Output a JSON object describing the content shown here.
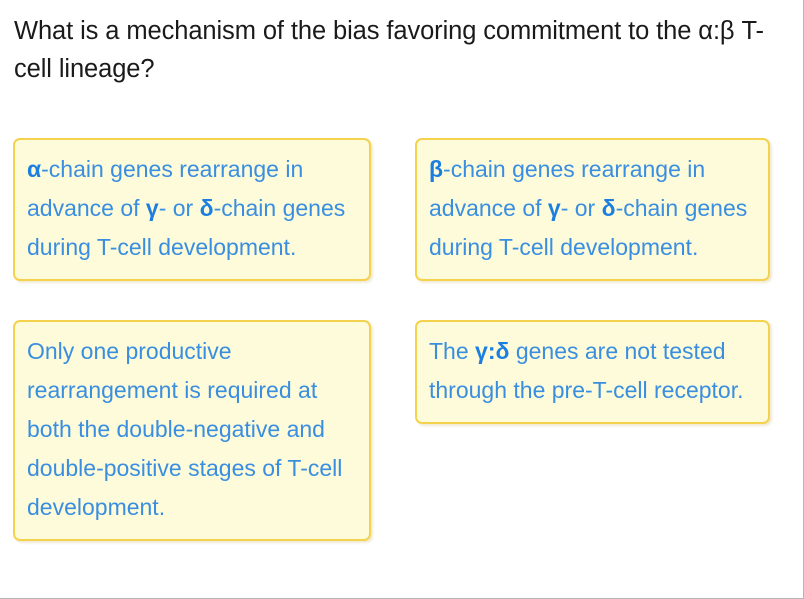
{
  "question": {
    "text": "What is a mechanism of the bias favoring commitment to the α:β T-cell lineage?"
  },
  "options": [
    {
      "id": "option-a",
      "position": "top-left",
      "text": "α-chain genes rearrange in advance of γ- or δ-chain genes during T-cell development.",
      "segments": [
        {
          "t": "α",
          "bold": true
        },
        {
          "t": "-chain genes rearrange in advance of ",
          "bold": false
        },
        {
          "t": "γ",
          "bold": true
        },
        {
          "t": "- or ",
          "bold": false
        },
        {
          "t": "δ",
          "bold": true
        },
        {
          "t": "-chain genes during T-cell development.",
          "bold": false
        }
      ]
    },
    {
      "id": "option-b",
      "position": "top-right",
      "text": "β-chain genes rearrange in advance of γ- or δ-chain genes during T-cell development.",
      "segments": [
        {
          "t": "β",
          "bold": true
        },
        {
          "t": "-chain genes rearrange in advance of ",
          "bold": false
        },
        {
          "t": "γ",
          "bold": true
        },
        {
          "t": "- or ",
          "bold": false
        },
        {
          "t": "δ",
          "bold": true
        },
        {
          "t": "-chain genes during T-cell development.",
          "bold": false
        }
      ]
    },
    {
      "id": "option-c",
      "position": "bottom-left",
      "text": "Only one productive rearrangement is required at both the double-negative and double-positive stages of T-cell development.",
      "segments": [
        {
          "t": "Only one productive rearrangement is required at both the double-negative and double-positive stages of T-cell development.",
          "bold": false
        }
      ]
    },
    {
      "id": "option-d",
      "position": "bottom-right",
      "text": "The γ:δ genes are not tested through the pre-T-cell receptor.",
      "segments": [
        {
          "t": "The ",
          "bold": false
        },
        {
          "t": "γ:δ",
          "bold": true
        },
        {
          "t": " genes are not tested through the pre-T-cell receptor.",
          "bold": false
        }
      ]
    }
  ],
  "colors": {
    "question_text": "#1a1a1a",
    "option_text": "#3a8ee0",
    "greek_letter_text": "#1c7fe0",
    "card_background": "#fdfbd9",
    "card_border": "#f5d24e",
    "page_background": "#ffffff",
    "frame_border": "#b6b6b6"
  }
}
